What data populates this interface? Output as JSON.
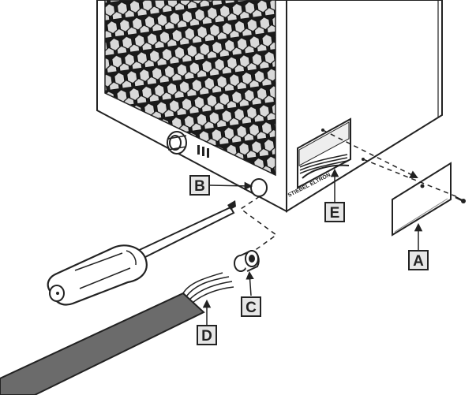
{
  "callouts": [
    {
      "key": "A",
      "label": "A"
    },
    {
      "key": "B",
      "label": "B"
    },
    {
      "key": "C",
      "label": "C"
    },
    {
      "key": "D",
      "label": "D"
    },
    {
      "key": "E",
      "label": "E"
    }
  ],
  "unit": {
    "brand_text": "STIEBEL ELTRON"
  },
  "colors": {
    "stroke": "#222222",
    "gray_body": "#f4f4f4",
    "cable": "#6b6b6b",
    "callout_fill": "#e6e6e6"
  }
}
